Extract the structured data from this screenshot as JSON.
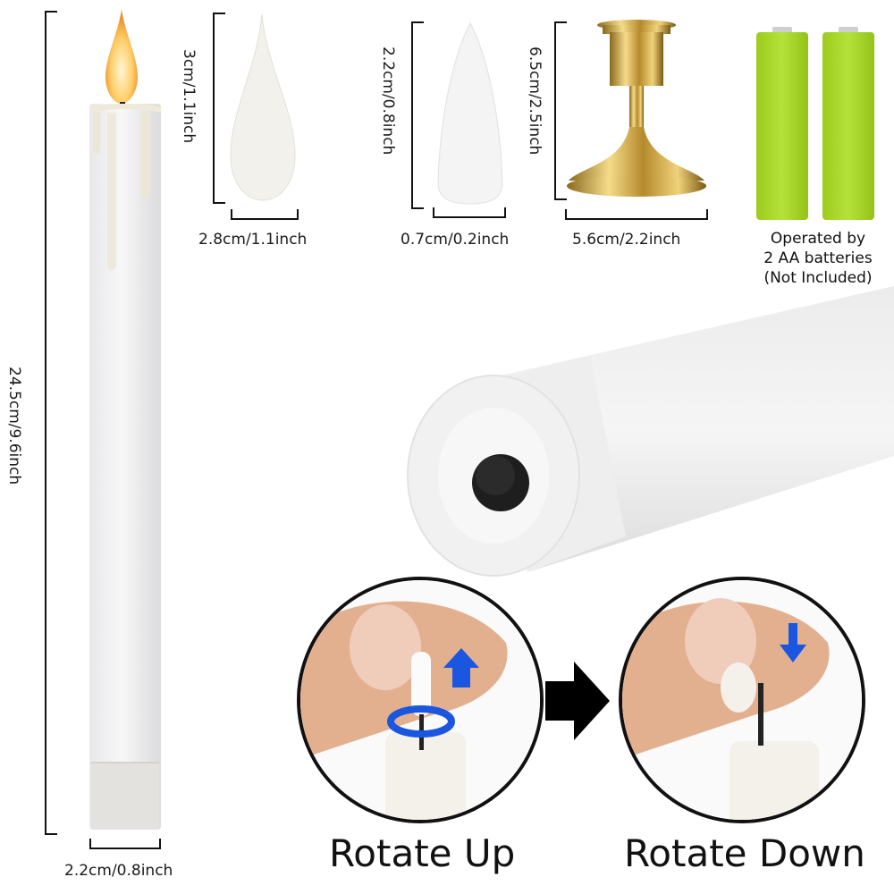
{
  "taper_candle": {
    "height_label": "24.5cm/9.6inch",
    "width_label": "2.2cm/0.8inch"
  },
  "flame_tip": {
    "height_label": "3cm/1.1inch",
    "width_label": "2.8cm/1.1inch"
  },
  "wick_cap": {
    "height_label": "2.2cm/0.8inch",
    "width_label": "0.7cm/0.2inch"
  },
  "candle_holder": {
    "height_label": "6.5cm/2.5inch",
    "width_label": "5.6cm/2.2inch"
  },
  "batteries": {
    "caption_line1": "Operated by",
    "caption_line2": "2 AA batteries",
    "caption_line3": "(Not Included)",
    "color": "#a8d82a"
  },
  "instructions": {
    "step1_label": "Rotate Up",
    "step2_label": "Rotate Down",
    "arrow_color": "#1a56e0"
  }
}
